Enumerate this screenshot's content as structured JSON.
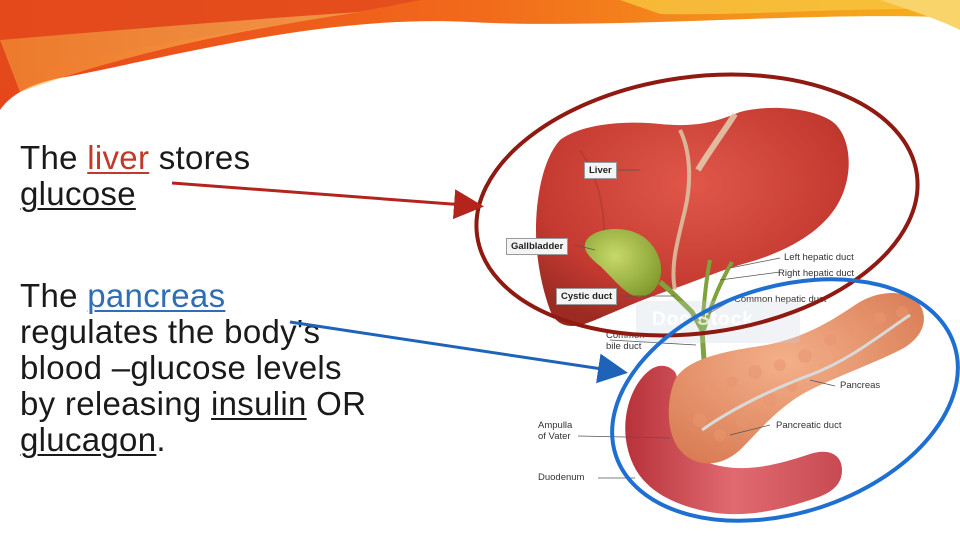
{
  "slide": {
    "text1": {
      "prefix": "The ",
      "keyword": "liver",
      "middle": " stores",
      "underlined_word": "glucose"
    },
    "text2": {
      "prefix": "The ",
      "keyword": "pancreas",
      "line2": "regulates the body's",
      "line3": "blood –glucose levels",
      "line4_prefix": "by releasing ",
      "insulin": "insulin",
      "line4_or": " OR",
      "glucagon": "glucagon",
      "period": "."
    }
  },
  "diagram": {
    "labels": {
      "liver": "Liver",
      "gallbladder": "Gallbladder",
      "cystic_duct": "Cystic duct",
      "left_hepatic_duct": "Left hepatic duct",
      "right_hepatic_duct": "Right hepatic duct",
      "common_hepatic_duct": "Common hepatic duct",
      "common_bile_duct_1": "Common",
      "common_bile_duct_2": "bile duct",
      "pancreas": "Pancreas",
      "pancreatic_duct": "Pancreatic duct",
      "ampulla_1": "Ampulla",
      "ampulla_2": "of Vater",
      "duodenum": "Duodenum"
    },
    "watermark": "Doc    Stock"
  },
  "colors": {
    "liver_keyword": "#c0392b",
    "pancreas_keyword": "#2f6db5",
    "liver_ellipse": "#8e1a12",
    "pancreas_ellipse": "#1f6fd1",
    "liver_arrow": "#b3241c",
    "pancreas_arrow": "#1f63b8"
  }
}
